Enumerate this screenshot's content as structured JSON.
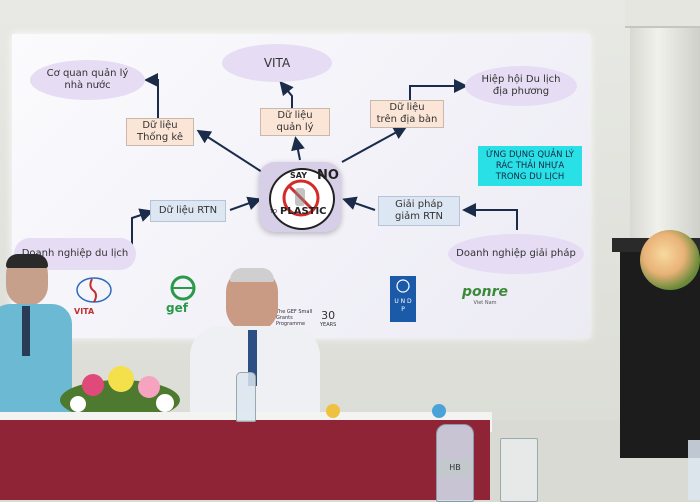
{
  "slide": {
    "vita_top": "VITA",
    "co_quan": [
      "Cơ quan quản lý",
      "nhà nước"
    ],
    "du_lieu_thong_ke": [
      "Dữ liệu",
      "Thống kê"
    ],
    "du_lieu_quan_ly": [
      "Dữ liệu",
      "quản lý"
    ],
    "du_lieu_dia_ban": [
      "Dữ liệu",
      "trên địa bàn"
    ],
    "hiep_hoi": [
      "Hiệp hội Du lịch",
      "địa phương"
    ],
    "ung_dung": [
      "ỨNG DỤNG QUẢN LÝ",
      "RÁC THẢI NHỰA",
      "TRONG DU LỊCH"
    ],
    "du_lieu_rtn": "Dữ liệu RTN",
    "giai_phap_rtn": [
      "Giải pháp",
      "giảm RTN"
    ],
    "doanh_nghiep_du_lich": "Doanh nghiệp du lịch",
    "doanh_nghiep_giai_phap": "Doanh nghiệp giải pháp",
    "logo_say": "SAY",
    "logo_no": "NO",
    "logo_to": "TO",
    "logo_plastic": "PLASTIC"
  },
  "logos": {
    "vita": "VITA",
    "gef": "gef",
    "sgp_text": "The GEF Small Grants Programme",
    "sgp_years": "30",
    "sgp_years_label": "YEARS",
    "undp": "U N D P",
    "ponre": "ponre",
    "ponre_sub": "Viet Nam"
  },
  "bottle": {
    "brand": "HB"
  },
  "colors": {
    "oval": "#e6dcf3",
    "peach": "#fbe5d6",
    "blue_box": "#dde6f3",
    "cyan": "#28e0e6",
    "table": "#8e2436"
  }
}
